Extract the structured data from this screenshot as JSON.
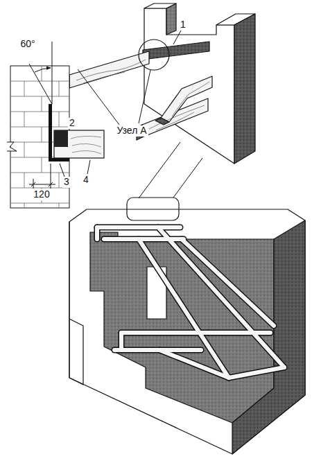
{
  "diagram": {
    "labels": [
      "1",
      "60°",
      "Узел А",
      "2",
      "3",
      "4",
      "120"
    ]
  }
}
